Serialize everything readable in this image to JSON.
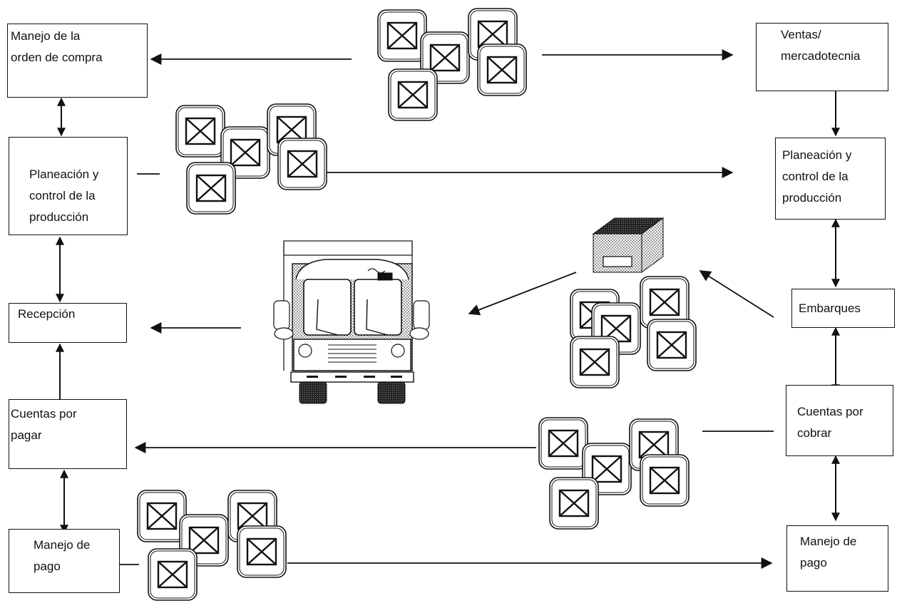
{
  "left_column": {
    "orden_compra": "Manejo de la\norden de compra",
    "planeacion": "Planeación y\ncontrol de la\nproducción",
    "recepcion": "Recepción",
    "cuentas_pagar": "Cuentas por\npagar",
    "manejo_pago": "Manejo de\npago"
  },
  "right_column": {
    "ventas": "Ventas/\nmercadotecnia",
    "planeacion": "Planeación y\ncontrol de la\nproducción",
    "embarques": "Embarques",
    "cuentas_cobrar": "Cuentas por\ncobrar",
    "manejo_pago": "Manejo de\npago"
  },
  "icons": {
    "document": "envelope-document-icon",
    "truck": "truck-icon",
    "package": "package-icon"
  },
  "colors": {
    "line": "#111111",
    "background": "#ffffff"
  }
}
